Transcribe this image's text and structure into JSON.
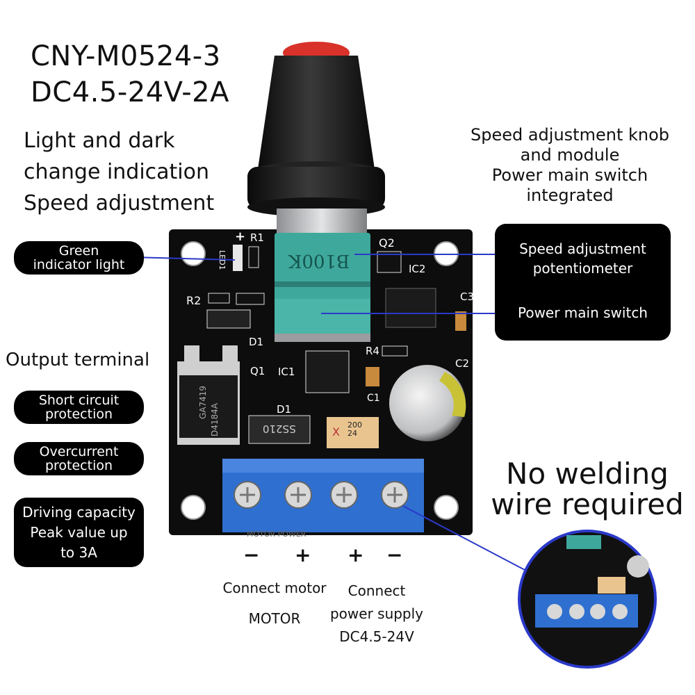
{
  "title": {
    "line1": "CNY-M0524-3",
    "line2": "DC4.5-24V-2A"
  },
  "features": {
    "line1": "Light and dark",
    "line2": "change indication",
    "line3": "Speed adjustment"
  },
  "knob_note": {
    "line1": "Speed adjustment knob",
    "line2": "and module",
    "line3": "Power main switch",
    "line4": "integrated"
  },
  "callouts": {
    "green_indicator": {
      "line1": "Green",
      "line2": "indicator light"
    },
    "potentiometer": {
      "line1": "Speed adjustment",
      "line2": "potentiometer"
    },
    "main_switch": "Power main switch",
    "output_terminal": "Output terminal",
    "short_circuit": {
      "line1": "Short circuit",
      "line2": "protection"
    },
    "overcurrent": {
      "line1": "Overcurrent",
      "line2": "protection"
    },
    "driving": {
      "line1": "Driving capacity",
      "line2": "Peak value up",
      "line3": "to 3A"
    }
  },
  "board_labels": {
    "pot_code": "B100K",
    "r1": "R1",
    "r2": "R2",
    "q1": "Q1",
    "q2": "Q2",
    "ic1": "IC1",
    "ic2": "IC2",
    "c1": "C1",
    "c2": "C2",
    "c3": "C3",
    "d1": "D1",
    "d1b": "D1",
    "r4": "R4",
    "led_label": "LED1",
    "mosfet": "D4184A",
    "mosfet_code": "GA7419",
    "diode": "SS210",
    "x_code": "200",
    "x_code2": "24",
    "x_mark": "X",
    "plus": "+",
    "terminal_silk": "MOTOR  POWER"
  },
  "terminal_signs": [
    "−",
    "+",
    "+",
    "−"
  ],
  "captions": {
    "motor_line1": "Connect motor",
    "motor_line2": "MOTOR",
    "power_line1": "Connect",
    "power_line2": "power supply",
    "power_line3": "DC4.5-24V"
  },
  "no_welding": {
    "line1": "No welding",
    "line2": "wire required"
  },
  "colors": {
    "pcb": "#0d0d0d",
    "knob": "#1a1a1a",
    "knob_cap": "#d8322a",
    "pot": "#3fa89c",
    "terminal": "#2f6fd0",
    "callout_line": "#2b39c9"
  }
}
